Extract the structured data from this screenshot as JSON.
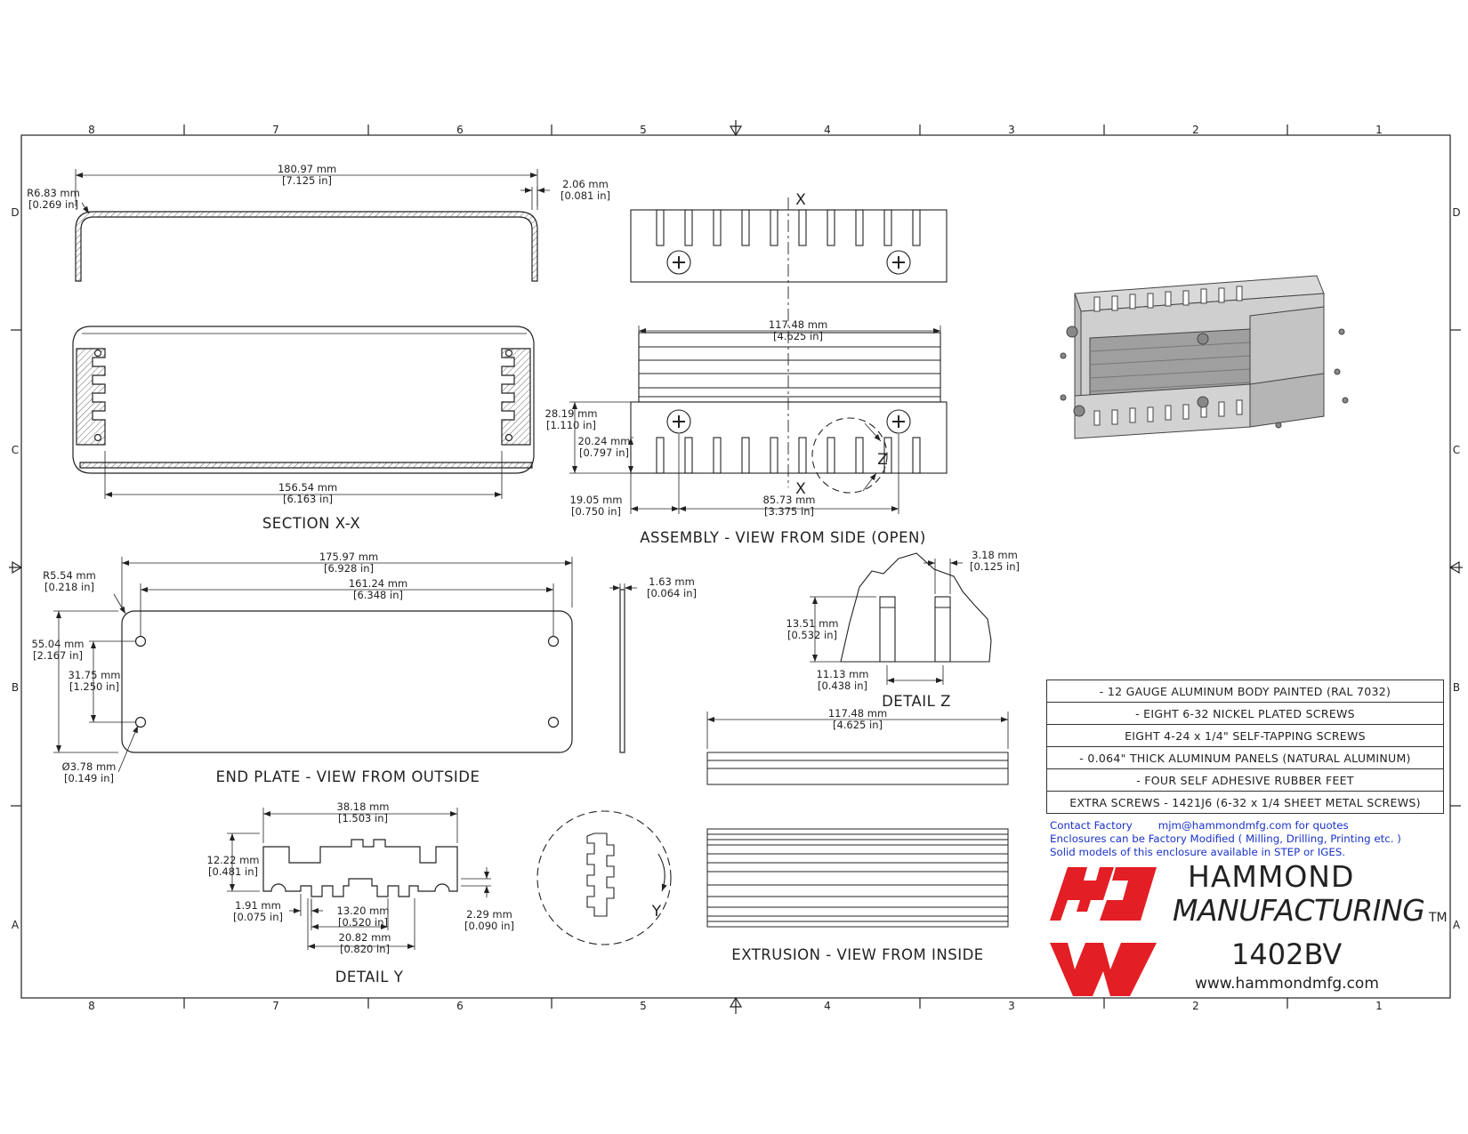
{
  "grid": {
    "columns": [
      "8",
      "7",
      "6",
      "5",
      "4",
      "3",
      "2",
      "1"
    ],
    "rows": [
      "D",
      "C",
      "B",
      "A"
    ]
  },
  "views": {
    "section": "SECTION  X-X",
    "assembly": "ASSEMBLY - VIEW FROM SIDE (OPEN)",
    "end_plate": "END PLATE - VIEW FROM OUTSIDE",
    "detail_z": "DETAIL  Z",
    "detail_y": "DETAIL  Y",
    "extrusion": "EXTRUSION - VIEW FROM INSIDE"
  },
  "markers": {
    "x": "X",
    "z": "Z",
    "y": "Y"
  },
  "dims": {
    "sec_w": [
      "180.97 mm",
      "[7.125 in]"
    ],
    "sec_r": [
      "R6.83 mm",
      "[0.269 in]"
    ],
    "sec_t": [
      "2.06 mm",
      "[0.081 in]"
    ],
    "sec_inner": [
      "156.54 mm",
      "[6.163 in]"
    ],
    "asm_w": [
      "117.48 mm",
      "[4.625 in]"
    ],
    "asm_h1": [
      "28.19 mm",
      "[1.110 in]"
    ],
    "asm_h2": [
      "20.24 mm",
      "[0.797 in]"
    ],
    "asm_e": [
      "19.05 mm",
      "[0.750 in]"
    ],
    "asm_s": [
      "85.73 mm",
      "[3.375 in]"
    ],
    "ep_w": [
      "175.97 mm",
      "[6.928 in]"
    ],
    "ep_hw": [
      "161.24 mm",
      "[6.348 in]"
    ],
    "ep_r": [
      "R5.54 mm",
      "[0.218 in]"
    ],
    "ep_h": [
      "55.04 mm",
      "[2.167 in]"
    ],
    "ep_hh": [
      "31.75 mm",
      "[1.250 in]"
    ],
    "ep_d": [
      "Ø3.78 mm",
      "[0.149 in]"
    ],
    "ep_t": [
      "1.63 mm",
      "[0.064 in]"
    ],
    "dz_w": [
      "3.18 mm",
      "[0.125 in]"
    ],
    "dz_h": [
      "13.51 mm",
      "[0.532 in]"
    ],
    "dz_s": [
      "11.13 mm",
      "[0.438 in]"
    ],
    "ex_w": [
      "117.48 mm",
      "[4.625 in]"
    ],
    "dy_w": [
      "38.18 mm",
      "[1.503 in]"
    ],
    "dy_h": [
      "12.22 mm",
      "[0.481 in]"
    ],
    "dy_a": [
      "1.91 mm",
      "[0.075 in]"
    ],
    "dy_b": [
      "13.20 mm",
      "[0.520 in]"
    ],
    "dy_c": [
      "2.29 mm",
      "[0.090 in]"
    ],
    "dy_d": [
      "20.82 mm",
      "[0.820 in]"
    ]
  },
  "notes": [
    "- 12 GAUGE ALUMINUM BODY PAINTED (RAL 7032)",
    "- EIGHT 6-32 NICKEL PLATED SCREWS",
    "EIGHT 4-24 x 1/4\" SELF-TAPPING SCREWS",
    "- 0.064\" THICK ALUMINUM PANELS (NATURAL ALUMINUM)",
    "- FOUR SELF ADHESIVE RUBBER FEET",
    "EXTRA SCREWS - 1421J6 (6-32 x 1/4 SHEET METAL SCREWS)"
  ],
  "contact": {
    "label": "Contact Factory",
    "email": "mjm@hammondmfg.com for quotes",
    "line2": "Enclosures can be Factory Modified ( Milling, Drilling, Printing etc. )",
    "line3": "Solid models of this enclosure available in STEP or IGES."
  },
  "title_block": {
    "brand_line1": "HAMMOND",
    "brand_line2": "MANUFACTURING",
    "trademark": "TM",
    "part_number": "1402BV",
    "website": "www.hammondmfg.com"
  },
  "colors": {
    "logo_red": "#e31e24",
    "contact_blue": "#1a33c8",
    "line": "#222222",
    "enclosure_gray": "#c9c9c9"
  }
}
